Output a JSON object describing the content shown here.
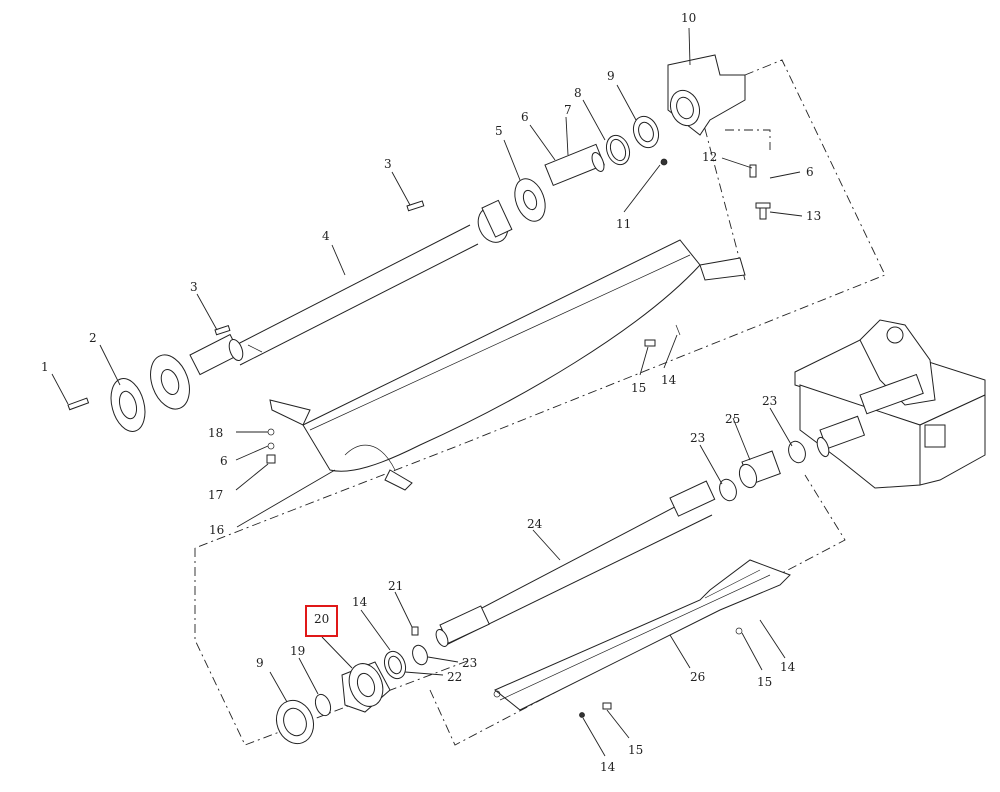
{
  "labels": {
    "p1": "1",
    "p2": "2",
    "p3a": "3",
    "p3b": "3",
    "p4": "4",
    "p5": "5",
    "p6a": "6",
    "p6b": "6",
    "p6c": "6",
    "p7": "7",
    "p8": "8",
    "p9a": "9",
    "p9b": "9",
    "p10": "10",
    "p11": "11",
    "p12": "12",
    "p13": "13",
    "p14a": "14",
    "p14b": "14",
    "p14c": "14",
    "p14d": "14",
    "p15a": "15",
    "p15b": "15",
    "p15c": "15",
    "p16": "16",
    "p17": "17",
    "p18": "18",
    "p19": "19",
    "p20": "20",
    "p21": "21",
    "p22": "22",
    "p23a": "23",
    "p23b": "23",
    "p23c": "23",
    "p24": "24",
    "p25": "25",
    "p26": "26"
  },
  "highlight": {
    "color": "#e01818"
  }
}
